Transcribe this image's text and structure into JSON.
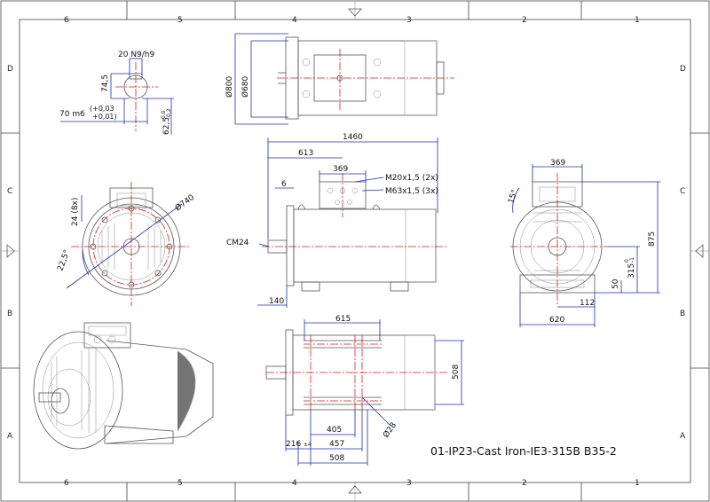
{
  "title": "01-IP23-Cast Iron-IE3-315B B35-2",
  "zones": {
    "columns": [
      "6",
      "5",
      "4",
      "3",
      "2",
      "1"
    ],
    "rows": [
      "D",
      "C",
      "B",
      "A"
    ]
  },
  "shaft_detail": {
    "keyway": "20 N9/h9",
    "key_height": "74,5",
    "diameter": "70 m6",
    "tol_upper": "(+0,03",
    "tol_lower": "+0,01)",
    "depth": "62,5",
    "depth_tol_upper": "0,0",
    "depth_tol_lower": "-0,2"
  },
  "top_view": {
    "outer_dia": "Ø800",
    "inner_dia": "Ø680"
  },
  "front_view": {
    "pcd": "Ø740",
    "hole": "24 (8x)",
    "angle": "22,5°"
  },
  "side_view": {
    "length": "1460",
    "box_pos": "613",
    "box_width": "369",
    "spigot": "6",
    "gland1": "M20x1,5 (2x)",
    "gland2": "M63x1,5 (3x)",
    "center_hole": "CM24",
    "shaft_len": "140"
  },
  "end_view": {
    "box_width": "369",
    "angle": "15°",
    "total_height": "875",
    "shaft_height": "315",
    "shaft_height_tol_upper": "0",
    "shaft_height_tol_lower": "-1",
    "foot": "50",
    "foot_width": "112",
    "base_width": "620"
  },
  "bottom_view": {
    "foot_distance": "615",
    "width": "508",
    "hole": "Ø28",
    "d405": "405",
    "d457": "457",
    "d508": "508",
    "d216": "216",
    "d216_tol": "±4"
  }
}
